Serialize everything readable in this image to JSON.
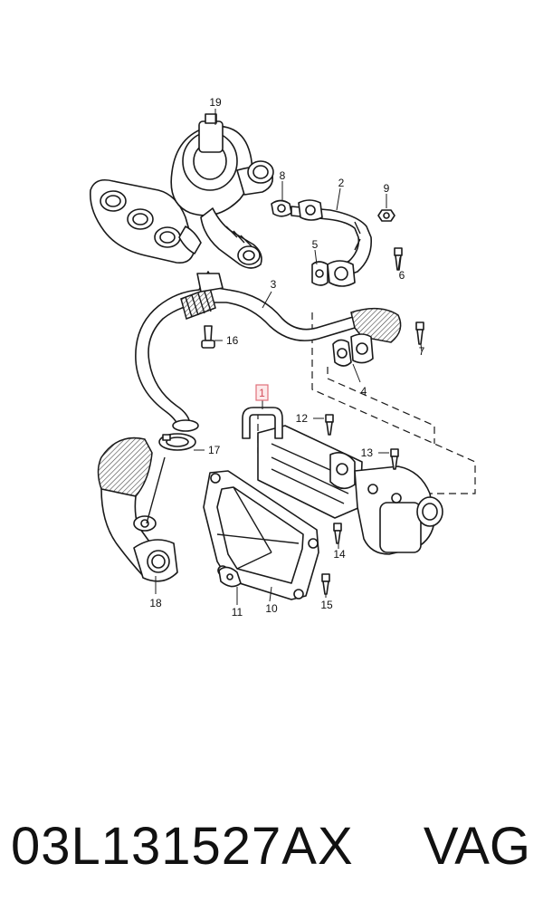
{
  "diagram": {
    "highlighted_callout": "1",
    "callouts": [
      "2",
      "3",
      "4",
      "5",
      "6",
      "7",
      "8",
      "9",
      "10",
      "11",
      "12",
      "13",
      "14",
      "15",
      "16",
      "17",
      "18",
      "19"
    ],
    "highlight_color": "#e0707a"
  },
  "footer": {
    "part_number": "03L131527AX",
    "brand": "VAG"
  }
}
